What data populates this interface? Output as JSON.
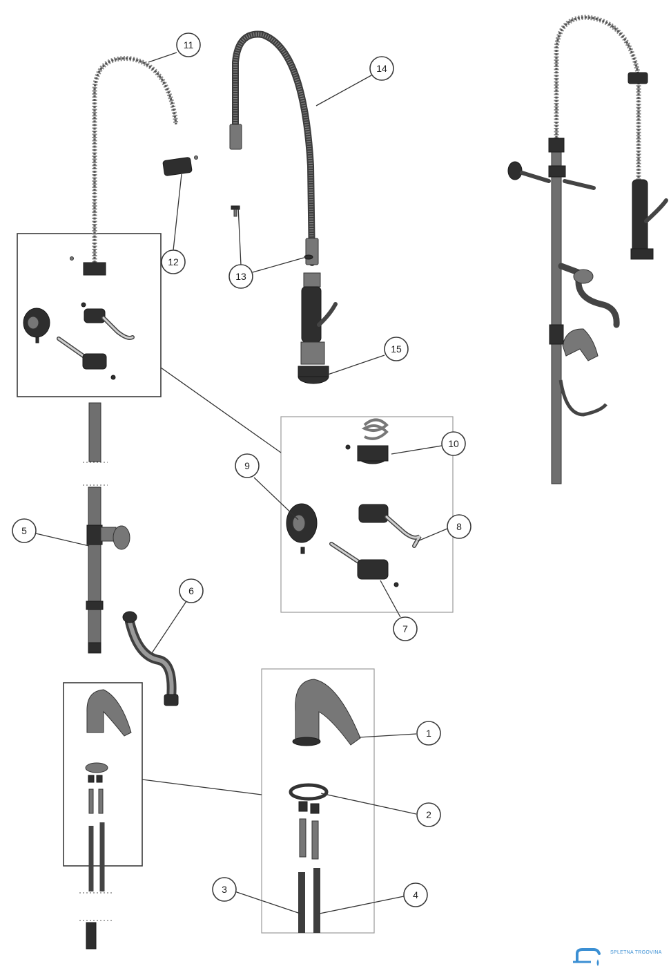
{
  "callouts": [
    {
      "id": "1",
      "label": "1"
    },
    {
      "id": "2",
      "label": "2"
    },
    {
      "id": "3",
      "label": "3"
    },
    {
      "id": "4",
      "label": "4"
    },
    {
      "id": "5",
      "label": "5"
    },
    {
      "id": "6",
      "label": "6"
    },
    {
      "id": "7",
      "label": "7"
    },
    {
      "id": "8",
      "label": "8"
    },
    {
      "id": "9",
      "label": "9"
    },
    {
      "id": "10",
      "label": "10"
    },
    {
      "id": "11",
      "label": "11"
    },
    {
      "id": "12",
      "label": "12"
    },
    {
      "id": "13",
      "label": "13"
    },
    {
      "id": "14",
      "label": "14"
    },
    {
      "id": "15",
      "label": "15"
    }
  ],
  "watermark": {
    "text": "SPLETNA TRGOVINA",
    "color": "#3b8fd3"
  },
  "colors": {
    "line": "#333333",
    "part_dark": "#2e2e2e",
    "part_mid": "#777777",
    "background": "#ffffff"
  }
}
